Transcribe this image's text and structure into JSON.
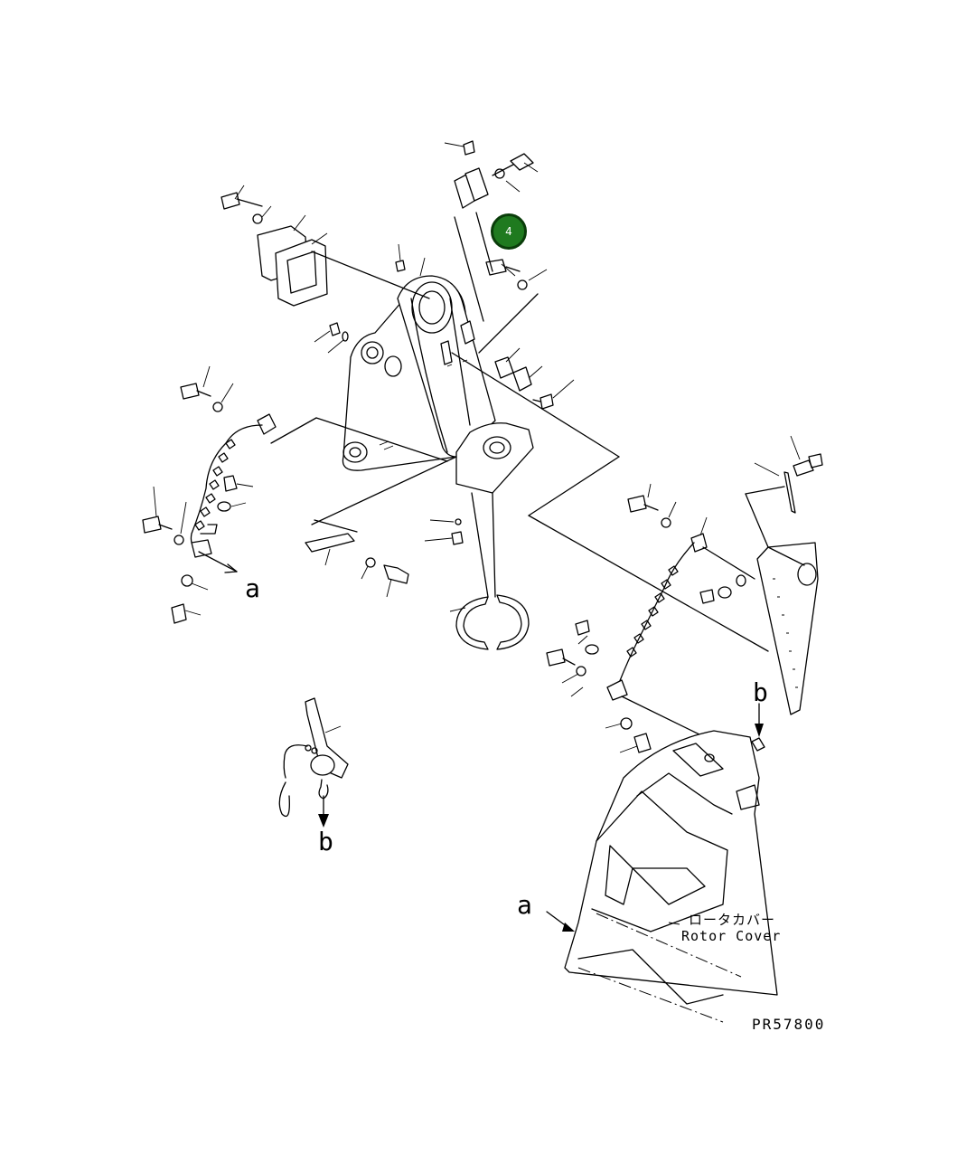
{
  "diagram": {
    "part_code": "PR57800",
    "rotor_cover_jp": "ロータカバー",
    "rotor_cover_en": "Rotor Cover",
    "callouts": [
      {
        "number": "4"
      }
    ],
    "arrow_labels": {
      "a": "a",
      "b": "b"
    }
  }
}
